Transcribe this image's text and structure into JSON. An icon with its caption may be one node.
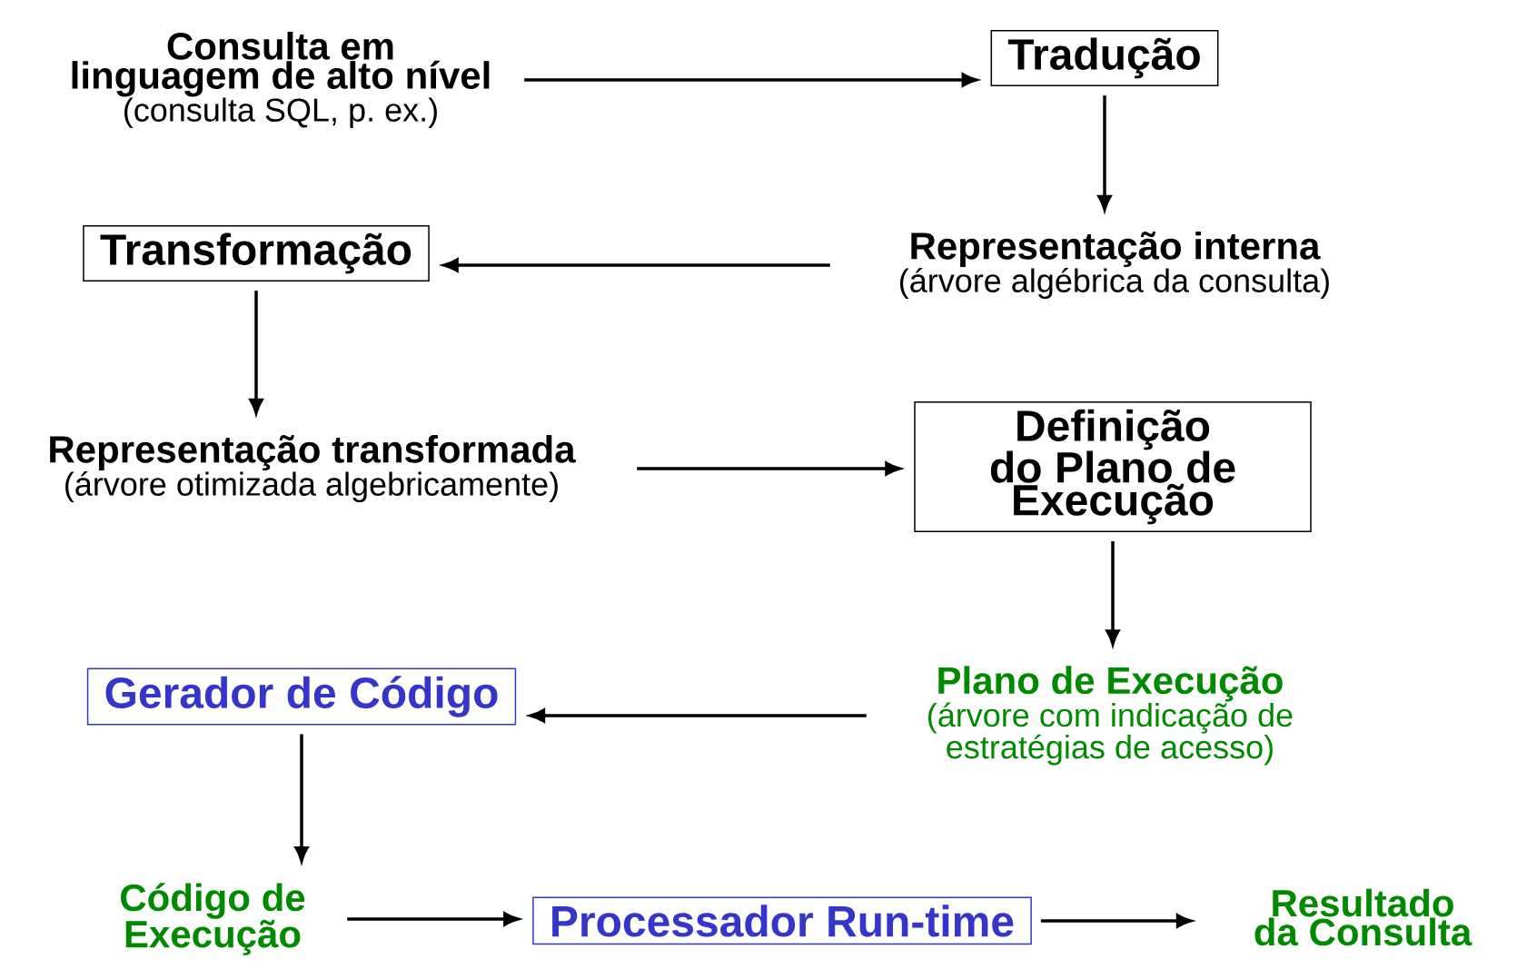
{
  "diagram": {
    "nodes": [
      {
        "text": [
          "Consulta em linguagem de alto nível",
          "(consulta SQL, p. ex.)"
        ]
      },
      {
        "text": [
          "Tradução"
        ]
      },
      {
        "text": [
          "Representação interna",
          "(árvore algébrica da consulta)"
        ]
      },
      {
        "text": [
          "Transformação"
        ]
      },
      {
        "text": [
          "Representação transformada",
          "(árvore otimizada algebricamente)"
        ]
      },
      {
        "text": [
          "Definição do Plano de Execução"
        ]
      },
      {
        "text": [
          "Plano de Execução",
          "(árvore com indicação de estratégias de acesso)"
        ]
      },
      {
        "text": [
          "Gerador de Código"
        ]
      },
      {
        "text": [
          "Código de Execução"
        ]
      },
      {
        "text": [
          "Processador Run-time"
        ]
      },
      {
        "text": [
          "Resultado da Consulta"
        ]
      }
    ],
    "edges": [
      {
        "from": 0,
        "to": 1,
        "arrow": "to"
      },
      {
        "from": 1,
        "to": 2,
        "arrow": "to"
      },
      {
        "from": 2,
        "to": 3,
        "arrow": "to"
      },
      {
        "from": 3,
        "to": 4,
        "arrow": "to"
      },
      {
        "from": 4,
        "to": 5,
        "arrow": "to"
      },
      {
        "from": 5,
        "to": 6,
        "arrow": "to"
      },
      {
        "from": 6,
        "to": 7,
        "arrow": "to"
      },
      {
        "from": 7,
        "to": 8,
        "arrow": "to"
      },
      {
        "from": 8,
        "to": 9,
        "arrow": "to"
      },
      {
        "from": 9,
        "to": 10,
        "arrow": "to"
      }
    ]
  }
}
